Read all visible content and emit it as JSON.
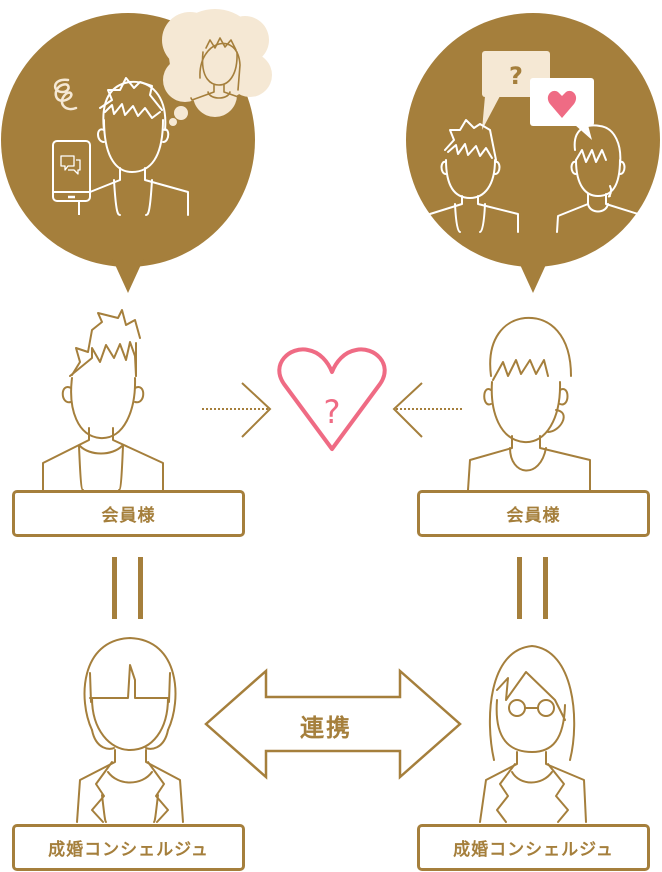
{
  "colors": {
    "gold": "#a57f3c",
    "pink": "#ef6b84",
    "cream": "#f5e8d4",
    "white": "#ffffff"
  },
  "left_bubble": {
    "scene": "man-worried-with-phone-thinking-of-woman",
    "icons": [
      "phone-chat-icon",
      "swirl-worry-icon",
      "thought-cloud-icon"
    ]
  },
  "right_bubble": {
    "scene": "man-and-woman-talking",
    "icons": [
      "question-speech-bubble-icon",
      "heart-speech-bubble-icon"
    ],
    "question_mark": "?"
  },
  "center": {
    "heart_question": "?"
  },
  "members": {
    "left": {
      "label": "会員様"
    },
    "right": {
      "label": "会員様"
    }
  },
  "concierges": {
    "left": {
      "label": "成婚コンシェルジュ"
    },
    "right": {
      "label": "成婚コンシェルジュ"
    }
  },
  "link": {
    "label": "連携"
  }
}
